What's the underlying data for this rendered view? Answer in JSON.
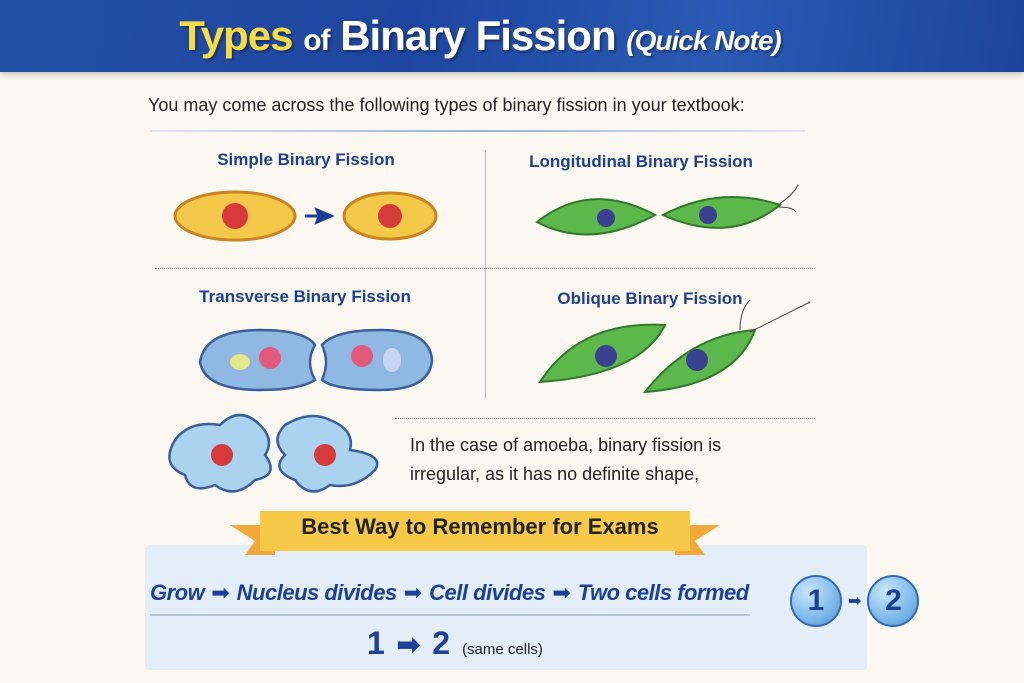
{
  "header": {
    "title_part1": "Types",
    "title_part2": "of",
    "title_part3": "Binary Fission",
    "title_part4": "(Quick Note)"
  },
  "intro": "You may come across the following types of binary fission in your textbook:",
  "types": [
    {
      "label": "Simple Binary Fission"
    },
    {
      "label": "Longitudinal Binary Fission"
    },
    {
      "label": "Transverse Binary Fission"
    },
    {
      "label": "Oblique Binary Fission"
    }
  ],
  "amoeba": {
    "line1": "In the case of amoeba, binary fission is",
    "line2": "irregular, as it has no definite shape,"
  },
  "remember": {
    "banner": "Best Way to Remember for Exams",
    "steps": [
      "Grow",
      "Nucleus divides",
      "Cell divides",
      "Two cells formed"
    ],
    "arrow": "➡",
    "from": "1",
    "to": "2",
    "note": "(same cells)"
  },
  "colors": {
    "header": "#1e46a0",
    "accent": "#1f3f8f",
    "yellow": "#f7dc45"
  }
}
